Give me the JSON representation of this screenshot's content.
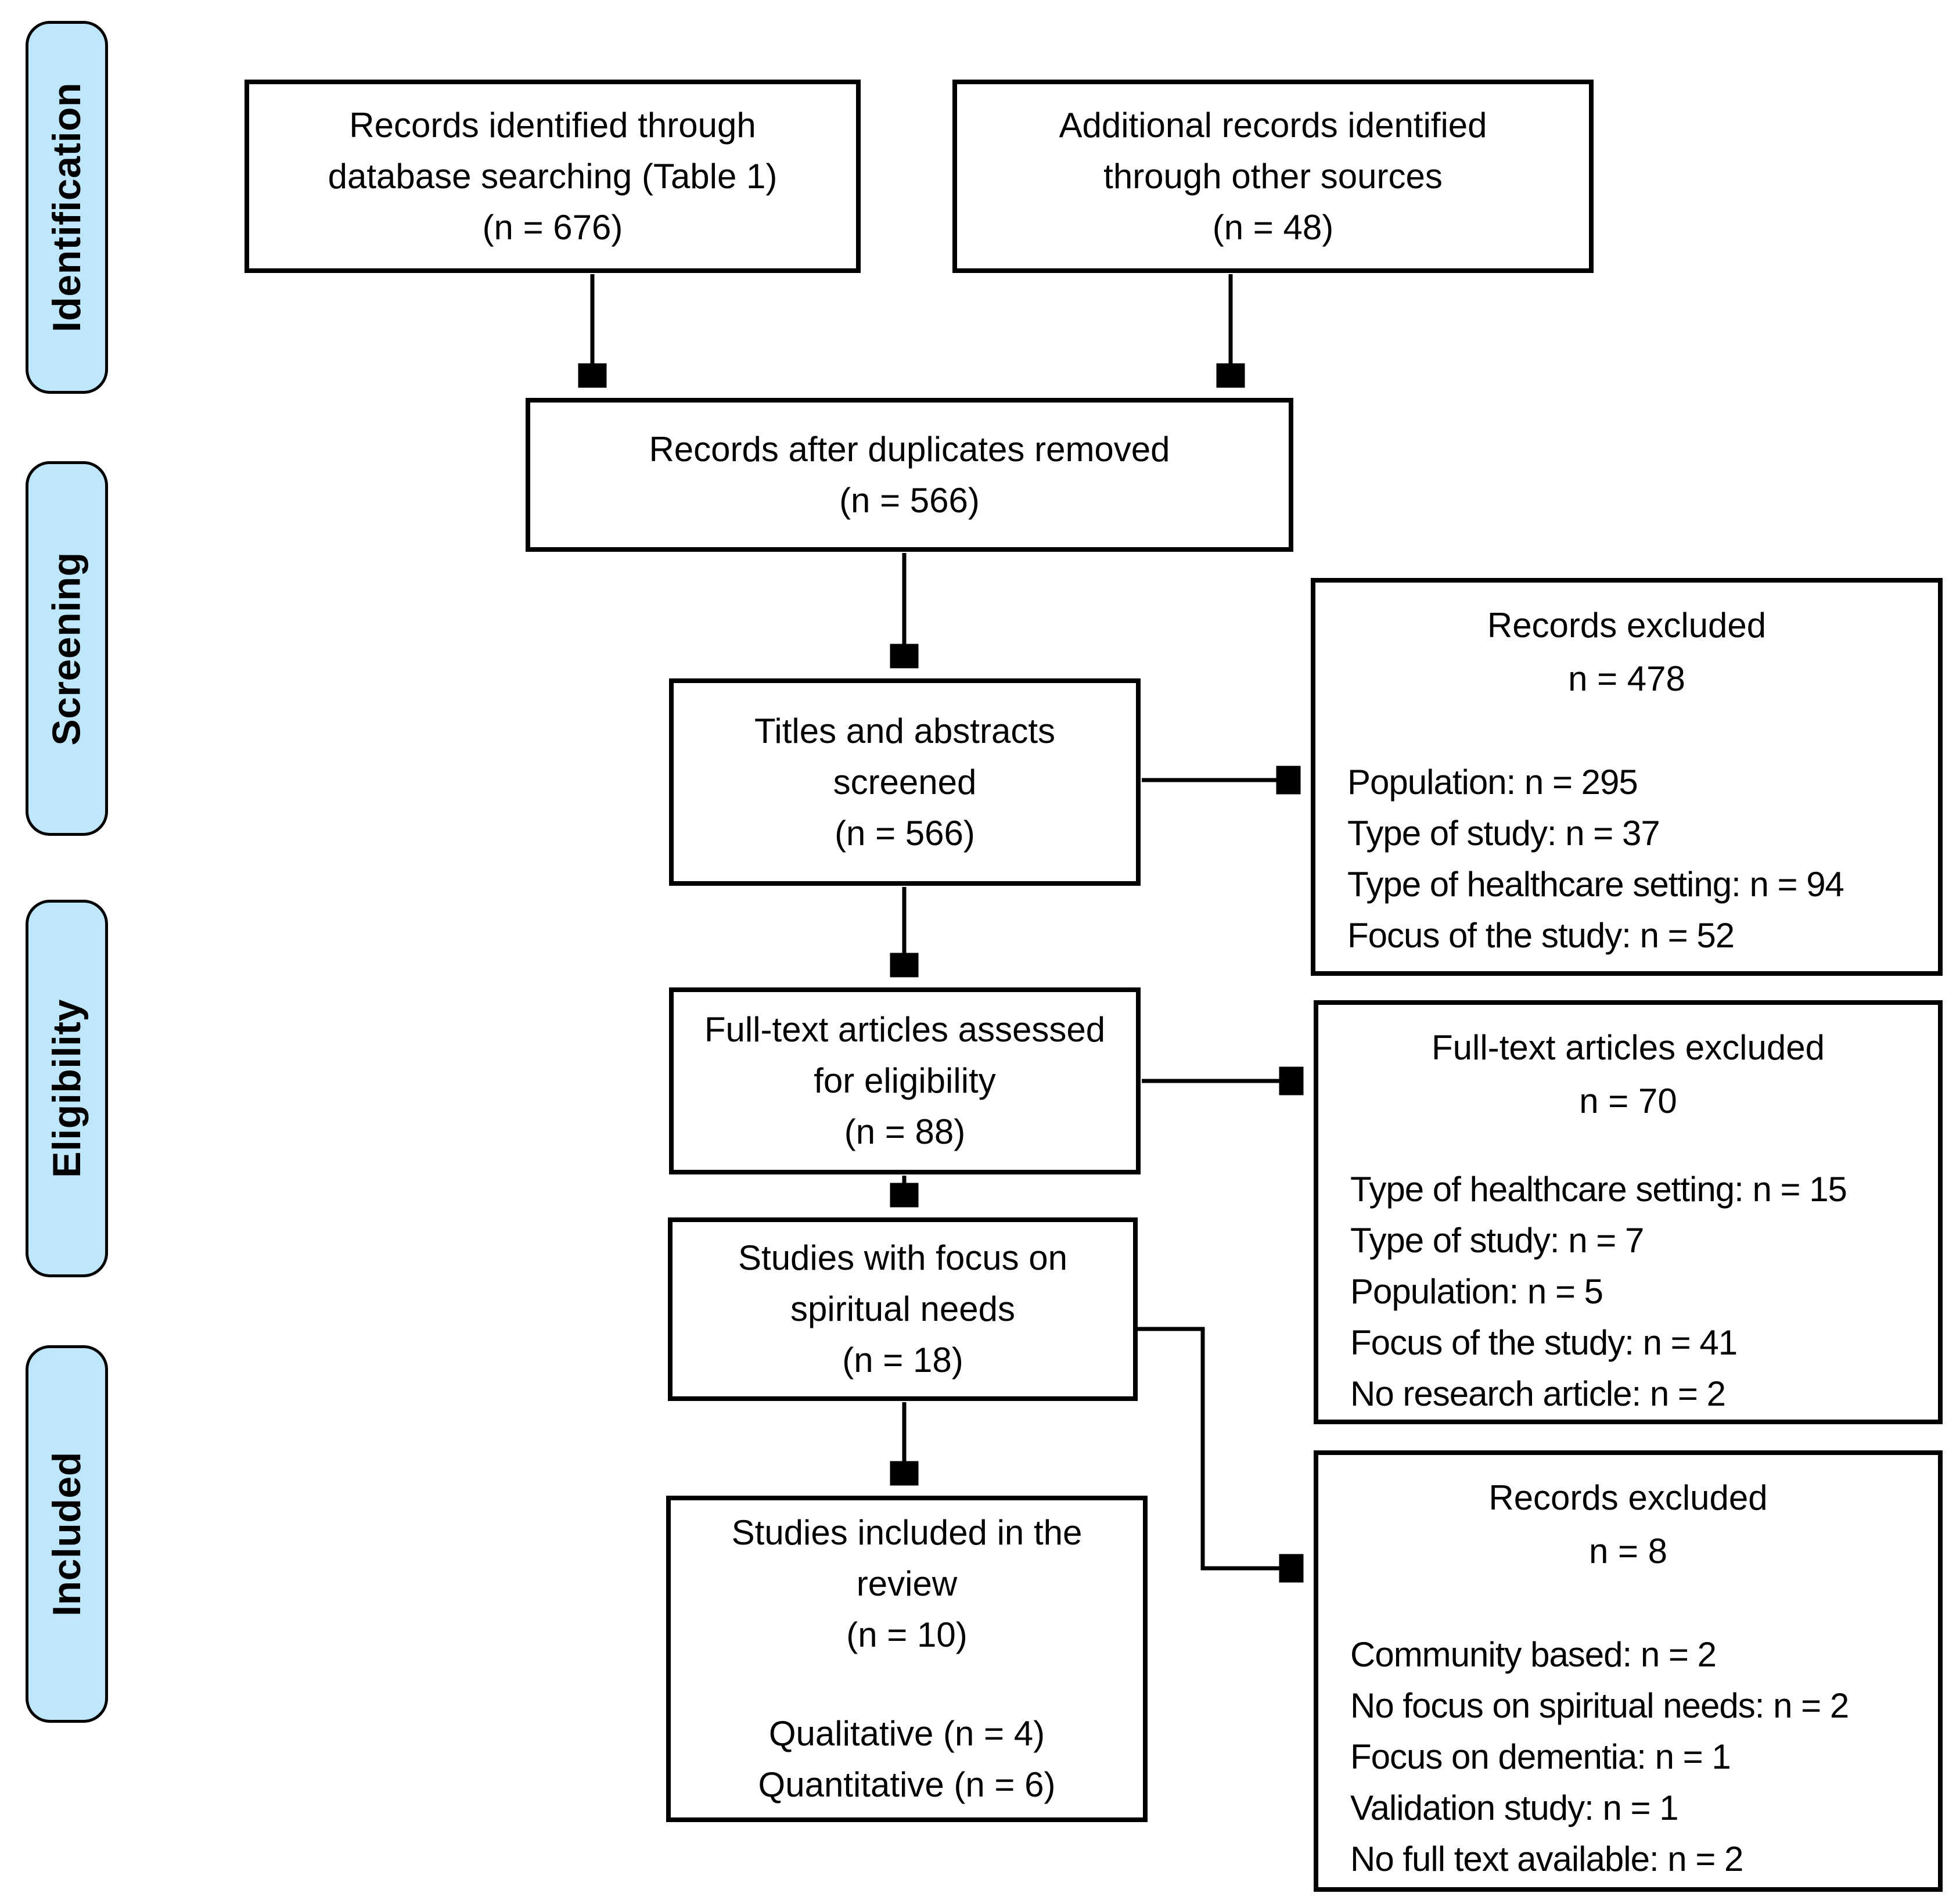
{
  "stages": [
    {
      "label": "Identification"
    },
    {
      "label": "Screening"
    },
    {
      "label": "Eligibility"
    },
    {
      "label": "Included"
    }
  ],
  "boxes": {
    "identified": {
      "lines": [
        "Records identified through",
        "database searching (Table 1)",
        "(n = 676)"
      ]
    },
    "additional": {
      "lines": [
        "Additional records identified",
        "through other sources",
        "(n = 48)"
      ]
    },
    "deduplicated": {
      "lines": [
        "Records after duplicates removed",
        "(n = 566)"
      ]
    },
    "screened": {
      "lines": [
        "Titles and abstracts",
        "screened",
        "(n = 566)"
      ]
    },
    "fulltext_assessed": {
      "lines": [
        "Full-text articles assessed",
        "for eligibility",
        "(n = 88)"
      ]
    },
    "spiritual_focus": {
      "lines": [
        "Studies with focus on",
        "spiritual needs",
        "(n = 18)"
      ]
    },
    "included_review": {
      "lines": [
        "Studies included in the",
        "review",
        "(n = 10)"
      ],
      "sublines": [
        "Qualitative (n = 4)",
        "Quantitative (n = 6)"
      ]
    }
  },
  "exclusions": [
    {
      "title": "Records excluded",
      "count": "n = 478",
      "items": [
        "Population: n = 295",
        "Type of study: n = 37",
        "Type of healthcare setting: n = 94",
        "Focus of the study: n = 52"
      ]
    },
    {
      "title": "Full-text articles excluded",
      "count": "n = 70",
      "items": [
        "Type of healthcare setting: n = 15",
        "Type of study: n = 7",
        "Population: n = 5",
        "Focus of the study: n = 41",
        "No research article: n = 2"
      ]
    },
    {
      "title": "Records excluded",
      "count": "n = 8",
      "items": [
        "Community based: n = 2",
        "No focus on spiritual needs: n = 2",
        "Focus on dementia: n = 1",
        "Validation study: n = 1",
        "No full text available: n = 2"
      ]
    }
  ],
  "colors": {
    "stage_fill": "#BEE7FB",
    "line": "#000000"
  }
}
